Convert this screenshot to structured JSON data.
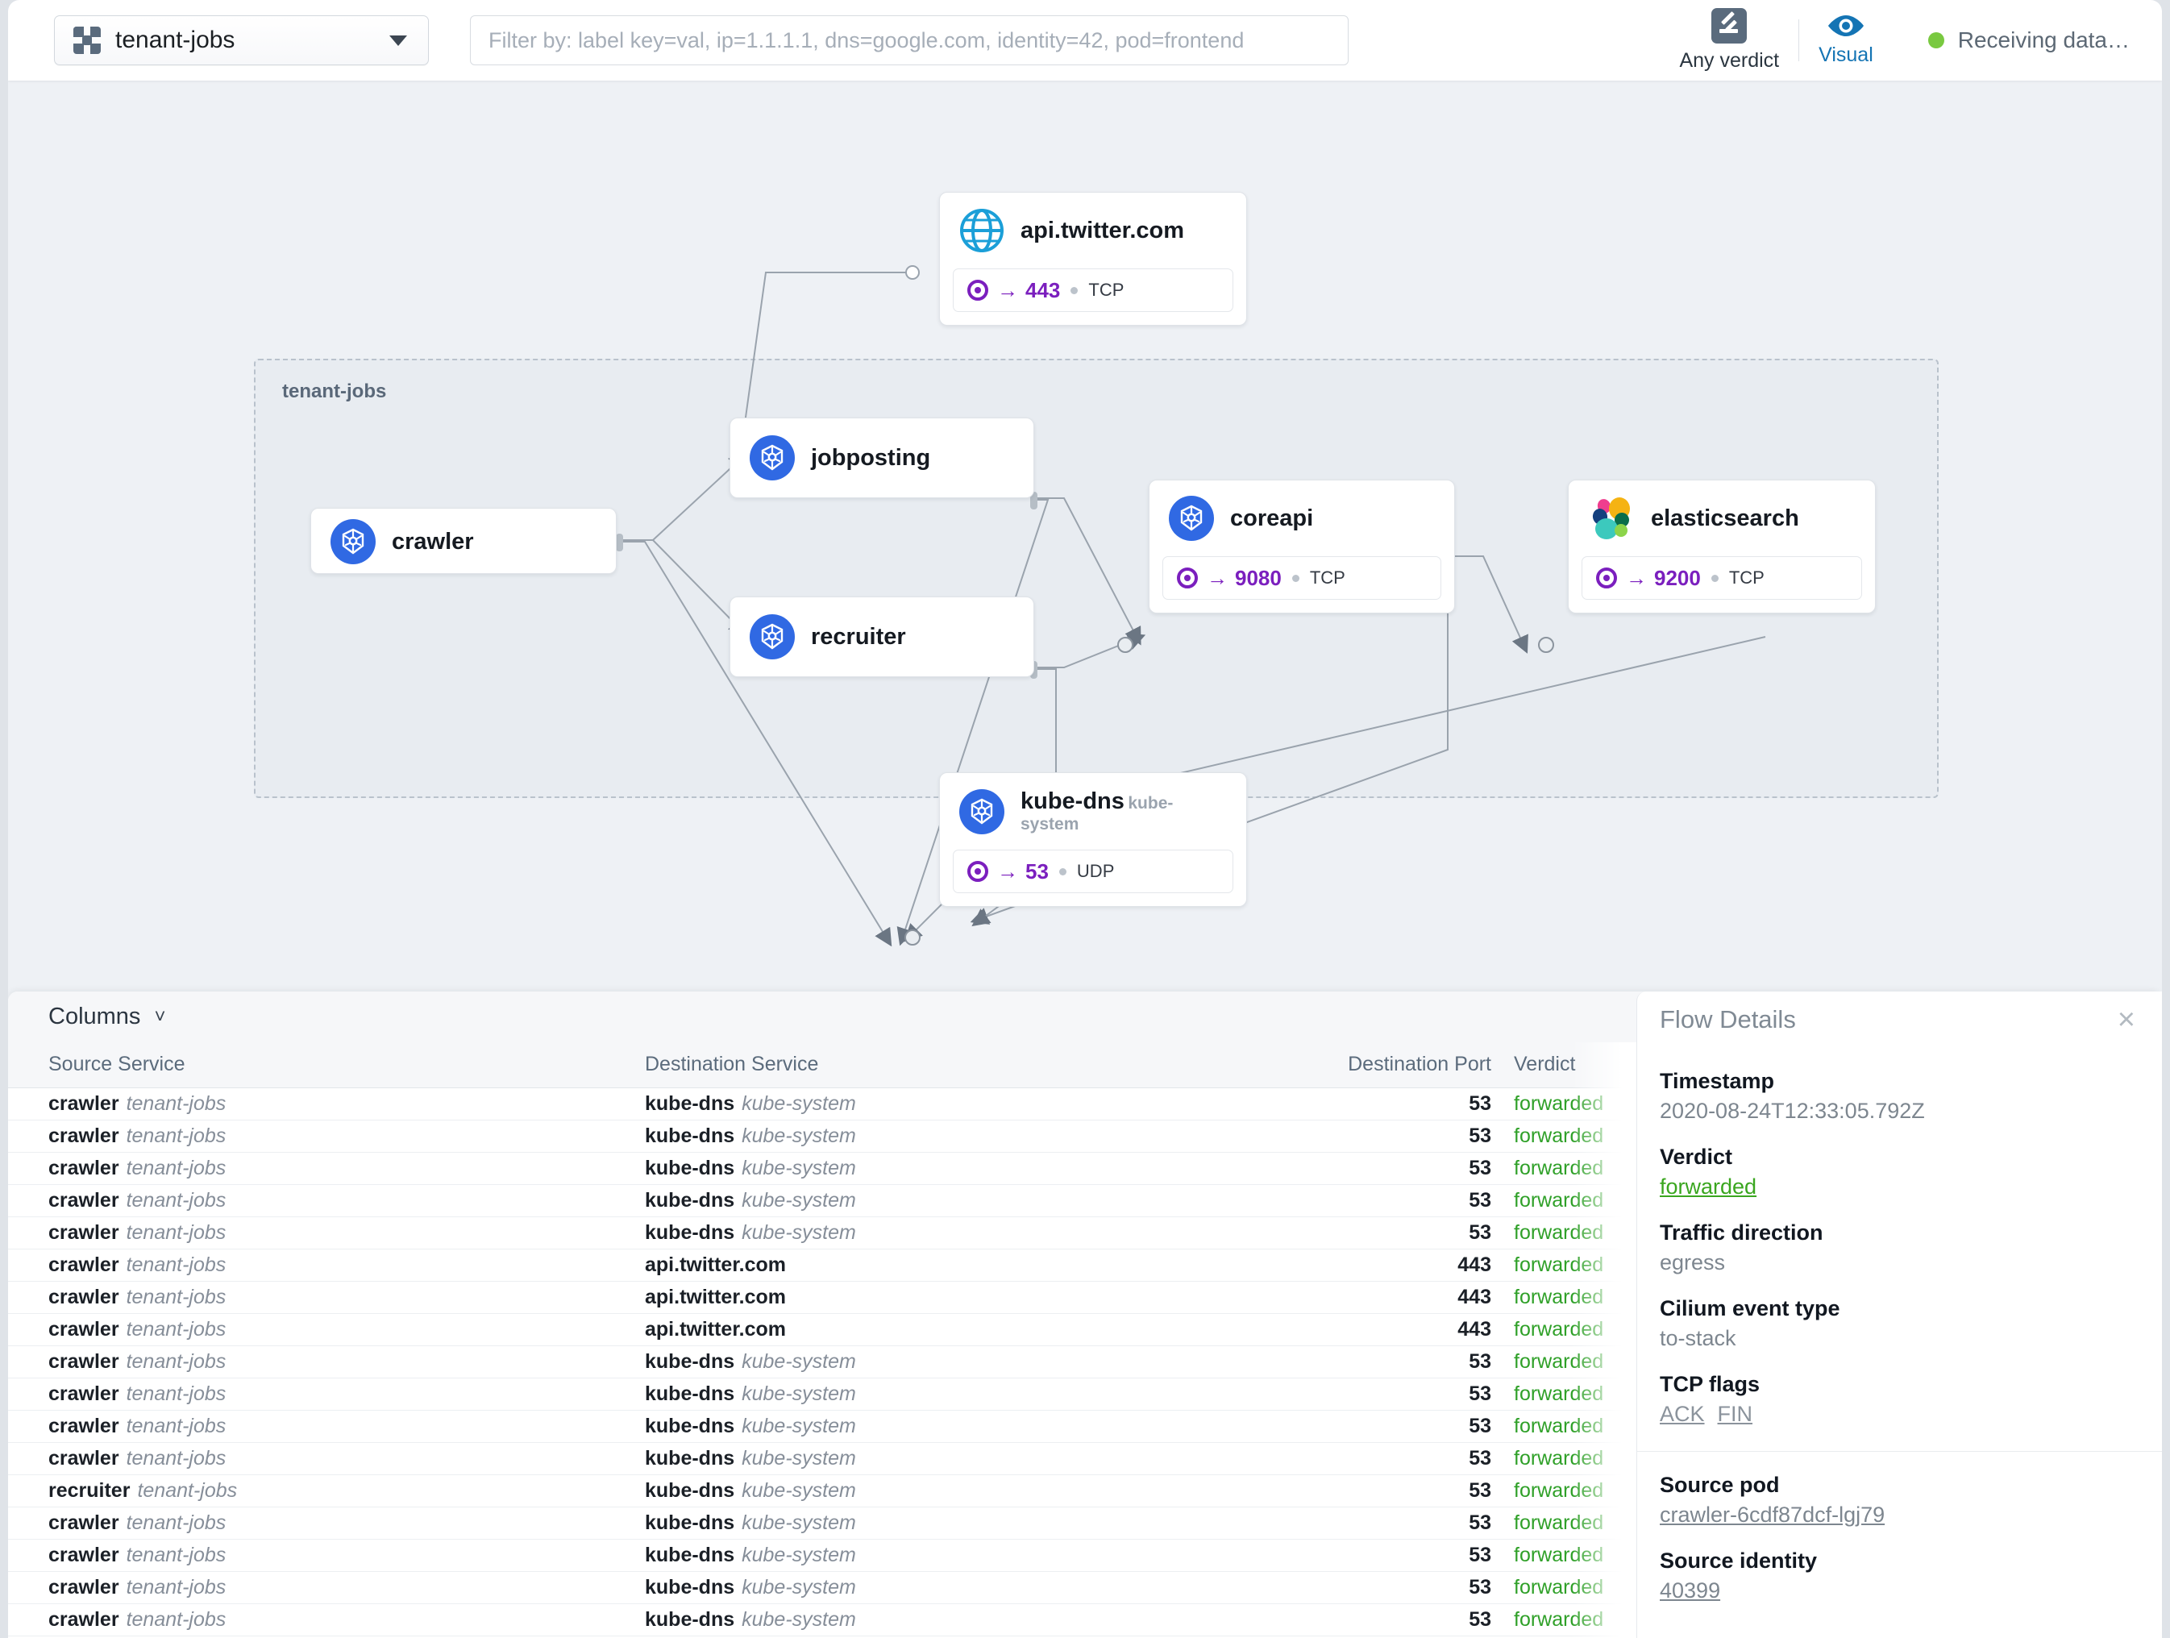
{
  "header": {
    "namespace_select": {
      "value": "tenant-jobs",
      "icon": "namespace-icon",
      "caret": "chevron-down-icon"
    },
    "filter": {
      "value": "",
      "placeholder": "Filter by: label key=val, ip=1.1.1.1, dns=google.com, identity=42, pod=frontend"
    },
    "verdict_button": {
      "label": "Any verdict",
      "icon": "gavel-icon"
    },
    "visual_button": {
      "label": "Visual",
      "icon": "eye-icon",
      "color": "#1474b4"
    },
    "status": {
      "text": "Receiving data…",
      "dot_color": "#79c940"
    }
  },
  "graph": {
    "namespace_group": {
      "label": "tenant-jobs"
    },
    "nodes": [
      {
        "id": "api-twitter",
        "name": "api.twitter.com",
        "sub": "",
        "icon": "globe-icon",
        "port": {
          "arrow": "→",
          "number": "443",
          "protocol": "TCP"
        }
      },
      {
        "id": "jobposting",
        "name": "jobposting",
        "sub": "",
        "icon": "kubernetes-icon",
        "port": null
      },
      {
        "id": "crawler",
        "name": "crawler",
        "sub": "",
        "icon": "kubernetes-icon",
        "port": null
      },
      {
        "id": "recruiter",
        "name": "recruiter",
        "sub": "",
        "icon": "kubernetes-icon",
        "port": null
      },
      {
        "id": "coreapi",
        "name": "coreapi",
        "sub": "",
        "icon": "kubernetes-icon",
        "port": {
          "arrow": "→",
          "number": "9080",
          "protocol": "TCP"
        }
      },
      {
        "id": "elasticsearch",
        "name": "elasticsearch",
        "sub": "",
        "icon": "elasticsearch-icon",
        "port": {
          "arrow": "→",
          "number": "9200",
          "protocol": "TCP"
        }
      },
      {
        "id": "kube-dns",
        "name": "kube-dns",
        "sub": "kube-system",
        "icon": "kubernetes-icon",
        "port": {
          "arrow": "→",
          "number": "53",
          "protocol": "UDP"
        }
      }
    ]
  },
  "table": {
    "columns_toggle": "Columns",
    "headers": [
      "Source Service",
      "Destination Service",
      "Destination Port",
      "Verdict"
    ],
    "rows": [
      {
        "src": "crawler",
        "src_ns": "tenant-jobs",
        "dst": "kube-dns",
        "dst_ns": "kube-system",
        "port": "53",
        "verdict": "forwarded"
      },
      {
        "src": "crawler",
        "src_ns": "tenant-jobs",
        "dst": "kube-dns",
        "dst_ns": "kube-system",
        "port": "53",
        "verdict": "forwarded"
      },
      {
        "src": "crawler",
        "src_ns": "tenant-jobs",
        "dst": "kube-dns",
        "dst_ns": "kube-system",
        "port": "53",
        "verdict": "forwarded"
      },
      {
        "src": "crawler",
        "src_ns": "tenant-jobs",
        "dst": "kube-dns",
        "dst_ns": "kube-system",
        "port": "53",
        "verdict": "forwarded"
      },
      {
        "src": "crawler",
        "src_ns": "tenant-jobs",
        "dst": "kube-dns",
        "dst_ns": "kube-system",
        "port": "53",
        "verdict": "forwarded"
      },
      {
        "src": "crawler",
        "src_ns": "tenant-jobs",
        "dst": "api.twitter.com",
        "dst_ns": "",
        "port": "443",
        "verdict": "forwarded"
      },
      {
        "src": "crawler",
        "src_ns": "tenant-jobs",
        "dst": "api.twitter.com",
        "dst_ns": "",
        "port": "443",
        "verdict": "forwarded"
      },
      {
        "src": "crawler",
        "src_ns": "tenant-jobs",
        "dst": "api.twitter.com",
        "dst_ns": "",
        "port": "443",
        "verdict": "forwarded"
      },
      {
        "src": "crawler",
        "src_ns": "tenant-jobs",
        "dst": "kube-dns",
        "dst_ns": "kube-system",
        "port": "53",
        "verdict": "forwarded"
      },
      {
        "src": "crawler",
        "src_ns": "tenant-jobs",
        "dst": "kube-dns",
        "dst_ns": "kube-system",
        "port": "53",
        "verdict": "forwarded"
      },
      {
        "src": "crawler",
        "src_ns": "tenant-jobs",
        "dst": "kube-dns",
        "dst_ns": "kube-system",
        "port": "53",
        "verdict": "forwarded"
      },
      {
        "src": "crawler",
        "src_ns": "tenant-jobs",
        "dst": "kube-dns",
        "dst_ns": "kube-system",
        "port": "53",
        "verdict": "forwarded"
      },
      {
        "src": "recruiter",
        "src_ns": "tenant-jobs",
        "dst": "kube-dns",
        "dst_ns": "kube-system",
        "port": "53",
        "verdict": "forwarded"
      },
      {
        "src": "crawler",
        "src_ns": "tenant-jobs",
        "dst": "kube-dns",
        "dst_ns": "kube-system",
        "port": "53",
        "verdict": "forwarded"
      },
      {
        "src": "crawler",
        "src_ns": "tenant-jobs",
        "dst": "kube-dns",
        "dst_ns": "kube-system",
        "port": "53",
        "verdict": "forwarded"
      },
      {
        "src": "crawler",
        "src_ns": "tenant-jobs",
        "dst": "kube-dns",
        "dst_ns": "kube-system",
        "port": "53",
        "verdict": "forwarded"
      },
      {
        "src": "crawler",
        "src_ns": "tenant-jobs",
        "dst": "kube-dns",
        "dst_ns": "kube-system",
        "port": "53",
        "verdict": "forwarded"
      }
    ]
  },
  "details": {
    "title": "Flow Details",
    "close": "×",
    "fields": [
      {
        "label": "Timestamp",
        "value": "2020-08-24T12:33:05.792Z",
        "style": "plain"
      },
      {
        "label": "Verdict",
        "value": "forwarded",
        "style": "verdict"
      },
      {
        "label": "Traffic direction",
        "value": "egress",
        "style": "plain"
      },
      {
        "label": "Cilium event type",
        "value": "to-stack",
        "style": "plain"
      }
    ],
    "tcp_flags": {
      "label": "TCP flags",
      "values": [
        "ACK",
        "FIN"
      ]
    },
    "source": [
      {
        "label": "Source pod",
        "value": "crawler-6cdf87dcf-lgj79",
        "style": "link"
      },
      {
        "label": "Source identity",
        "value": "40399",
        "style": "link"
      }
    ]
  }
}
